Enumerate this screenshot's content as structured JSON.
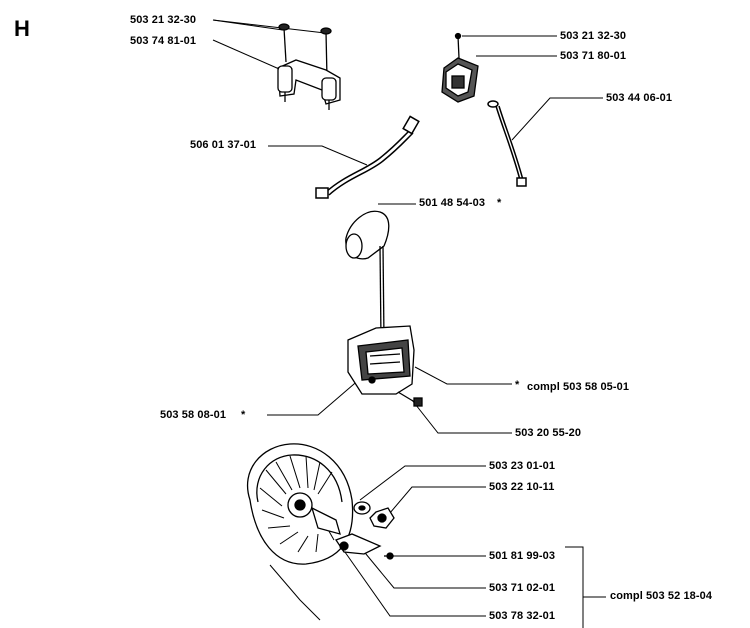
{
  "section_letter": "H",
  "labels": {
    "screw_top_left": "503 21 32-30",
    "clamp_top_left": "503 74 81-01",
    "screw_top_right": "503 21 32-30",
    "switch_top_right": "503 71 80-01",
    "cable_right": "503 44 06-01",
    "cable_left": "506 01 37-01",
    "spark_cap": "501 48 54-03",
    "spark_cap_star": "*",
    "coil_compl_star": "*",
    "coil_compl": "compl 503 58 05-01",
    "coil_body": "503 58 08-01",
    "coil_body_star": "*",
    "coil_screw": "503 20 55-20",
    "washer": "503 23 01-01",
    "nut": "503 22 10-11",
    "screw_small": "501 81 99-03",
    "pawl": "503 71 02-01",
    "spring": "503 78 32-01",
    "flywheel_compl": "compl 503 52 18-04"
  }
}
